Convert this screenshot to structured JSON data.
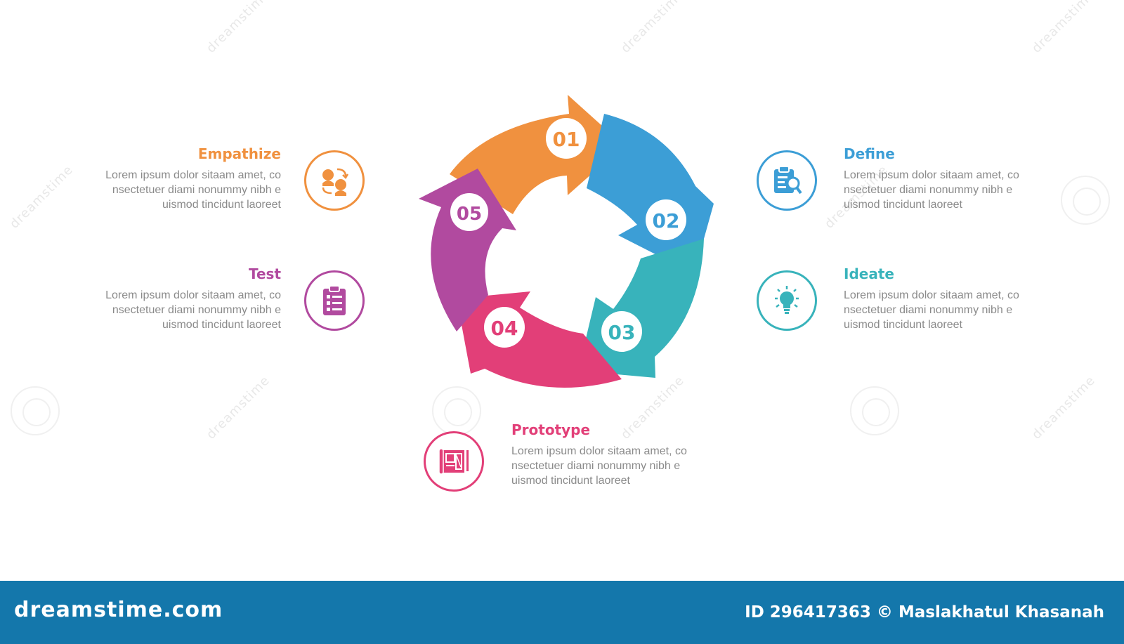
{
  "steps": [
    {
      "number": "01",
      "title": "Empathize",
      "desc": [
        "Lorem ipsum dolor sitaam amet, co",
        "nsectetuer diami nonummy  nibh e",
        "uismod tincidunt laoreet"
      ],
      "color": "#f0913f",
      "icon": "empathy-heads-icon"
    },
    {
      "number": "02",
      "title": "Define",
      "desc": [
        "Lorem ipsum dolor sitaam amet, co",
        "nsectetuer diami nonummy  nibh e",
        "uismod tincidunt laoreet"
      ],
      "color": "#3c9ed6",
      "icon": "clipboard-search-icon"
    },
    {
      "number": "03",
      "title": "Ideate",
      "desc": [
        "Lorem ipsum dolor sitaam amet, co",
        "nsectetuer diami nonummy  nibh e",
        "uismod tincidunt laoreet"
      ],
      "color": "#38b3bb",
      "icon": "lightbulb-icon"
    },
    {
      "number": "04",
      "title": "Prototype",
      "desc": [
        "Lorem ipsum dolor sitaam amet, co",
        "nsectetuer diami nonummy  nibh e",
        "uismod tincidunt laoreet"
      ],
      "color": "#e23f78",
      "icon": "blueprint-icon"
    },
    {
      "number": "05",
      "title": "Test",
      "desc": [
        "Lorem ipsum dolor sitaam amet, co",
        "nsectetuer diami nonummy  nibh e",
        "uismod tincidunt laoreet"
      ],
      "color": "#b14a9f",
      "icon": "checklist-icon"
    }
  ],
  "watermark": "dreamstime",
  "footer": {
    "brand": "dreamstime.com",
    "credit": "ID 296417363 © Maslakhatul Khasanah",
    "background": "#1477ab"
  }
}
